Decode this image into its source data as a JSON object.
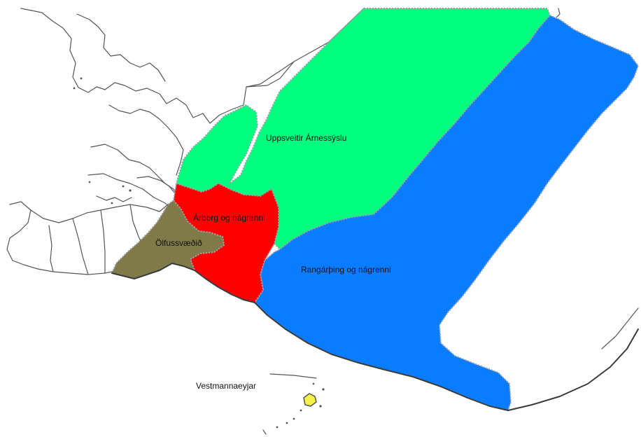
{
  "colors": {
    "background": "#ffffff",
    "uppsveitir": "#00ff7f",
    "rangarthing": "#0a7cff",
    "arborg": "#ff0000",
    "olfus": "#7f7a47",
    "vestmannaeyjar": "#f5f04a",
    "outline": "#555555"
  },
  "regions": [
    {
      "id": "uppsveitir",
      "label": "Uppsveitir Árnessýslu"
    },
    {
      "id": "arborg",
      "label": "Árborg og nágrenni"
    },
    {
      "id": "olfus",
      "label": "Ölfussvæðið"
    },
    {
      "id": "rangarthing",
      "label": "Rangárþing og nágrenni"
    },
    {
      "id": "vestmannaeyjar",
      "label": "Vestmannaeyjar"
    }
  ]
}
